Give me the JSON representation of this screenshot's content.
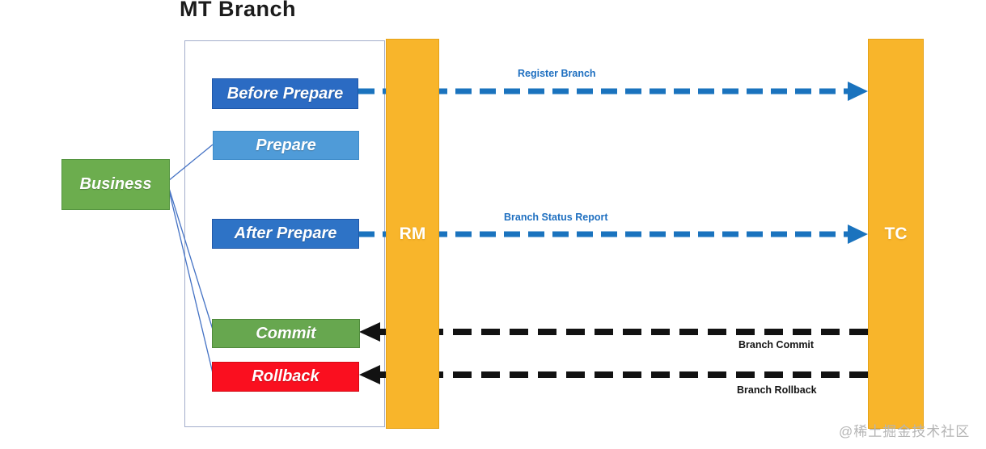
{
  "title": "MT Branch",
  "business": {
    "label": "Business"
  },
  "steps": [
    {
      "label": "Before Prepare"
    },
    {
      "label": "Prepare"
    },
    {
      "label": "After Prepare"
    },
    {
      "label": "Commit"
    },
    {
      "label": "Rollback"
    }
  ],
  "lanes": [
    {
      "label": "RM"
    },
    {
      "label": "TC"
    }
  ],
  "messages": [
    {
      "label": "Register Branch",
      "direction": "right",
      "color": "#1a73be"
    },
    {
      "label": "Branch Status Report",
      "direction": "right",
      "color": "#1a73be"
    },
    {
      "label": "Branch Commit",
      "direction": "left",
      "color": "#121212"
    },
    {
      "label": "Branch Rollback",
      "direction": "left",
      "color": "#121212"
    }
  ],
  "watermark": "@稀土掘金技术社区",
  "colors": {
    "step_blue_dark": "#2b6bc3",
    "step_blue_light": "#4f9bd8",
    "step_green": "#67a74f",
    "step_red": "#fa0f1f",
    "business_green": "#6cad4e",
    "lane_yellow": "#f8b52b",
    "arrow_blue": "#1a73be",
    "arrow_black": "#121212",
    "container_border": "#a3aecb"
  }
}
